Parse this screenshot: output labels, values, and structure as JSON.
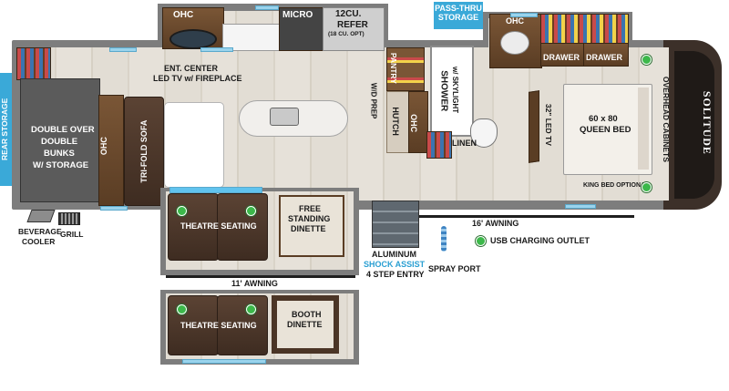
{
  "labels": {
    "ohc_top": "OHC",
    "micro": "MICRO",
    "refer_line1": "12CU.",
    "refer_line2": "REFER",
    "refer_line3": "(18 CU. OPT)",
    "ent_center_line1": "ENT. CENTER",
    "ent_center_line2": "LED TV w/ FIREPLACE",
    "pass_thru_line1": "PASS-THRU",
    "pass_thru_line2": "STORAGE",
    "ohc_bath": "OHC",
    "drawer_left": "DRAWER",
    "drawer_right": "DRAWER",
    "rear_storage": "REAR STORAGE",
    "bunks_line1": "DOUBLE OVER",
    "bunks_line2": "DOUBLE",
    "bunks_line3": "BUNKS",
    "bunks_line4": "W/ STORAGE",
    "ohc_bunk": "OHC",
    "tri_fold_sofa": "TRI-FOLD SOFA",
    "pantry": "PANTRY",
    "wd_prep": "W/D PREP",
    "hutch": "HUTCH",
    "ohc_hutch": "OHC",
    "shower_line1": "SHOWER",
    "shower_line2": "w/ SKYLIGHT",
    "linen": "LINEN",
    "led_tv": "32\" LED TV",
    "bed_line1": "60 x 80",
    "bed_line2": "QUEEN BED",
    "overhead_cabinets": "OVERHEAD CABINETS",
    "brand": "SOLITUDE",
    "king_bed": "KING BED OPTIONAL",
    "theatre_seating_top": "THEATRE SEATING",
    "free_line1": "FREE",
    "free_line2": "STANDING",
    "free_line3": "DINETTE",
    "sixteen_awning": "16' AWNING",
    "beverage_line1": "BEVERAGE",
    "beverage_line2": "COOLER",
    "grill": "GRILL",
    "aluminum": "ALUMINUM",
    "shock_assist": "SHOCK ASSIST",
    "step_entry": "4 STEP ENTRY",
    "spray_port": "SPRAY PORT",
    "usb_legend": "USB CHARGING OUTLET",
    "eleven_awning": "11' AWNING",
    "theatre_seating_bottom": "THEATRE SEATING",
    "booth_line1": "BOOTH",
    "booth_line2": "DINETTE"
  },
  "colors": {
    "accent_blue": "#3aa9d8",
    "usb_green": "#3cb84a",
    "wood": "#6e4a2c"
  }
}
